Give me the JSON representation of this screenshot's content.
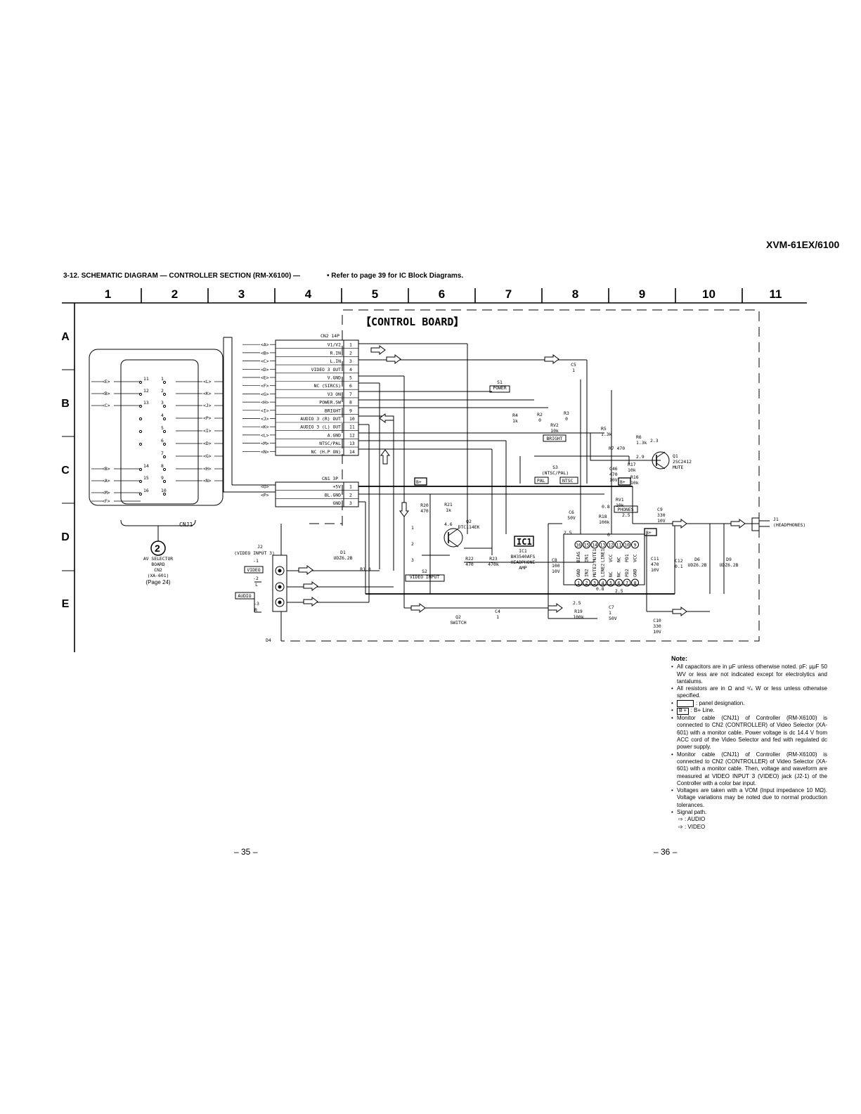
{
  "header": {
    "model": "XVM-61EX/6100",
    "section_title": "3-12. SCHEMATIC DIAGRAM — CONTROLLER SECTION (RM-X6100) —",
    "ic_ref": "• Refer to page 39 for IC Block Diagrams."
  },
  "grid": {
    "columns": [
      "1",
      "2",
      "3",
      "4",
      "5",
      "6",
      "7",
      "8",
      "9",
      "10",
      "11"
    ],
    "rows": [
      "A",
      "B",
      "C",
      "D",
      "E"
    ]
  },
  "schematic": {
    "board_title": "【CONTROL BOARD】",
    "cn2": {
      "title": "CN2 14P",
      "pins": [
        {
          "label": "V1/V2",
          "num": "1",
          "letter": "<A>"
        },
        {
          "label": "R.IN",
          "num": "2",
          "letter": "<B>"
        },
        {
          "label": "L.IN",
          "num": "3",
          "letter": "<C>"
        },
        {
          "label": "VIDEO 3 OUT",
          "num": "4",
          "letter": "<D>"
        },
        {
          "label": "V.GND",
          "num": "5",
          "letter": "<E>"
        },
        {
          "label": "NC (SIRCS)",
          "num": "6",
          "letter": "<F>"
        },
        {
          "label": "V3 ON",
          "num": "7",
          "letter": "<G>"
        },
        {
          "label": "POWER.SW",
          "num": "8",
          "letter": "<H>"
        },
        {
          "label": "BRIGHT",
          "num": "9",
          "letter": "<I>"
        },
        {
          "label": "AUDIO 3 (R) OUT",
          "num": "10",
          "letter": "<J>"
        },
        {
          "label": "AUDIO 3 (L) OUT",
          "num": "11",
          "letter": "<K>"
        },
        {
          "label": "A.GND",
          "num": "12",
          "letter": "<L>"
        },
        {
          "label": "NTSC/PAL",
          "num": "13",
          "letter": "<M>"
        },
        {
          "label": "NC (H.P ON)",
          "num": "14",
          "letter": "<N>"
        }
      ]
    },
    "cn1": {
      "title": "CN1 3P",
      "pins": [
        {
          "label": "+5V",
          "num": "1",
          "letter": "<O>"
        },
        {
          "label": "BL.GND",
          "num": "2",
          "letter": "<P>"
        },
        {
          "label": "GND",
          "num": "3",
          "letter": ""
        }
      ]
    },
    "cnj1": {
      "label": "CNJ1",
      "left_letters": [
        "<E>",
        "<B>",
        "<C>",
        "<B>",
        "<A>",
        "<M>",
        "<F>"
      ],
      "right_letters": [
        "<L>",
        "<K>",
        "<J>",
        "<P>",
        "<I>",
        "<D>",
        "<G>",
        "<H>",
        "<N>"
      ],
      "pin_nums_left": [
        "11",
        "12",
        "13",
        "",
        "",
        "",
        "14",
        "15",
        "16"
      ],
      "pin_nums_right": [
        "1",
        "2",
        "3",
        "4",
        "5",
        "6",
        "7",
        "8",
        "9",
        "10"
      ]
    },
    "av_selector": {
      "num": "2",
      "lines": [
        "AV SELECTOR",
        "BOARD",
        "CN2",
        "(XA-601)"
      ],
      "page": "(Page 24)"
    },
    "j2": {
      "lines": [
        "J2",
        "(VIDEO INPUT 3)"
      ],
      "pin1": "-1",
      "video": "VIDEO",
      "pin2": "-2",
      "l": "L",
      "audio": "AUDIO",
      "pin3": "-3",
      "r": "R",
      "d4": "D4"
    },
    "parts": {
      "d1": [
        "D1",
        "UDZ6.2B"
      ],
      "r1": [
        "R1 0"
      ],
      "s1": [
        "S1",
        "POWER"
      ],
      "r4": [
        "R4",
        "1k"
      ],
      "r2": [
        "R2",
        "0"
      ],
      "r3": [
        "R3",
        "0"
      ],
      "rv2": [
        "RV2",
        "10k"
      ],
      "bright": "BRIGHT",
      "r5": [
        "R5",
        "1.3k"
      ],
      "r6": [
        "R6",
        "1.3k"
      ],
      "v23": "2.3",
      "r7": "R7 470",
      "v29": "2.9",
      "q1": [
        "Q1",
        "2SC2412",
        "MUTE"
      ],
      "c46": [
        "C46",
        "470",
        "10V"
      ],
      "r17": [
        "R17",
        "10k"
      ],
      "r16": [
        "R16",
        "10k"
      ],
      "s3": [
        "S3",
        "(NTSC/PAL)"
      ],
      "pal": "PAL",
      "ntsc": "NTSC",
      "bplus": "B+",
      "c5": [
        "C5",
        "1"
      ],
      "r20": [
        "R20",
        "470"
      ],
      "r21": [
        "R21",
        "1k"
      ],
      "q2": [
        "Q2",
        "DTC114EK"
      ],
      "v46": "4.6",
      "s2": [
        "S2",
        "VIDEO INPUT"
      ],
      "s2nums": [
        "1",
        "2",
        "3"
      ],
      "r22": [
        "R22",
        "470"
      ],
      "r23": [
        "R23",
        "470k"
      ],
      "ic1box": "IC1",
      "ic1": [
        "IC1",
        "BH3540AFS",
        "HEADPHONE",
        "AMP"
      ],
      "q2sw": [
        "Q2",
        "SWITCH"
      ],
      "c4": [
        "C4",
        "1"
      ],
      "c6": [
        "C6",
        "50V"
      ],
      "r18": [
        "R18",
        "100k"
      ],
      "rv1": [
        "RV1",
        "10k"
      ],
      "phones": "PHONES",
      "v25": "2.5",
      "v08": "0.8",
      "v0": "0",
      "c8": [
        "C8",
        "100",
        "10V"
      ],
      "c9": [
        "C9",
        "330",
        "10V"
      ],
      "c11": [
        "C11",
        "470",
        "10V"
      ],
      "c12": [
        "C12",
        "0.1"
      ],
      "d6": [
        "D6",
        "UDZ6.2B"
      ],
      "d9": [
        "D9",
        "UDZ6.2B"
      ],
      "j1": [
        "J1",
        "(HEADPHONES)"
      ],
      "c7": [
        "C7",
        "1",
        "50V"
      ],
      "r19": [
        "R19",
        "100k"
      ],
      "c10": [
        "C10",
        "330",
        "10V"
      ],
      "ic_top_pins": [
        "16",
        "15",
        "14",
        "13",
        "12",
        "11",
        "10",
        "9"
      ],
      "ic_bot_pins": [
        "1",
        "2",
        "3",
        "4",
        "5",
        "6",
        "7",
        "8"
      ],
      "ic_top_names": [
        "BIAS",
        "IN1",
        "MUTE1",
        "LINE1",
        "VCC",
        "NC",
        "PD1",
        "VCC"
      ],
      "ic_bot_names": [
        "GND",
        "IN2",
        "MUTE2",
        "LINE2",
        "NC",
        "NC",
        "PD2",
        "GND"
      ]
    }
  },
  "notes": {
    "heading": "Note:",
    "items": [
      "All capacitors are in μF unless otherwise noted. pF: μμF 50 WV or less are not indicated except for electrolytics and tantalums.",
      "All resistors are in Ω and ¹/₄ W or less unless otherwise specified.",
      ": panel designation.",
      ": B+ Line.",
      "Monitor cable (CNJ1) of Controller (RM-X6100) is connected to CN2 (CONTROLLER) of Video Selector (XA-601) with a monitor cable. Power voltage is dc 14.4 V from ACC cord of the Video Selector and fed with regulated dc power supply.",
      "Monitor cable (CNJ1) of Controller (RM-X6100) is connected to CN2 (CONTROLLER) of Video Selector (XA-601) with a monitor cable. Then, voltage and waveform are measured at VIDEO INPUT 3 (VIDEO) jack (J2-1) of the Controller with a color bar input.",
      "Voltages are taken with a VOM (Input impedance 10 MΩ). Voltage variations may be noted due to normal production tolerances.",
      "Signal path."
    ],
    "bplus_symbol": "B +",
    "audio": ": AUDIO",
    "video": ": VIDEO"
  },
  "pages": {
    "left": "– 35 –",
    "right": "– 36 –"
  }
}
